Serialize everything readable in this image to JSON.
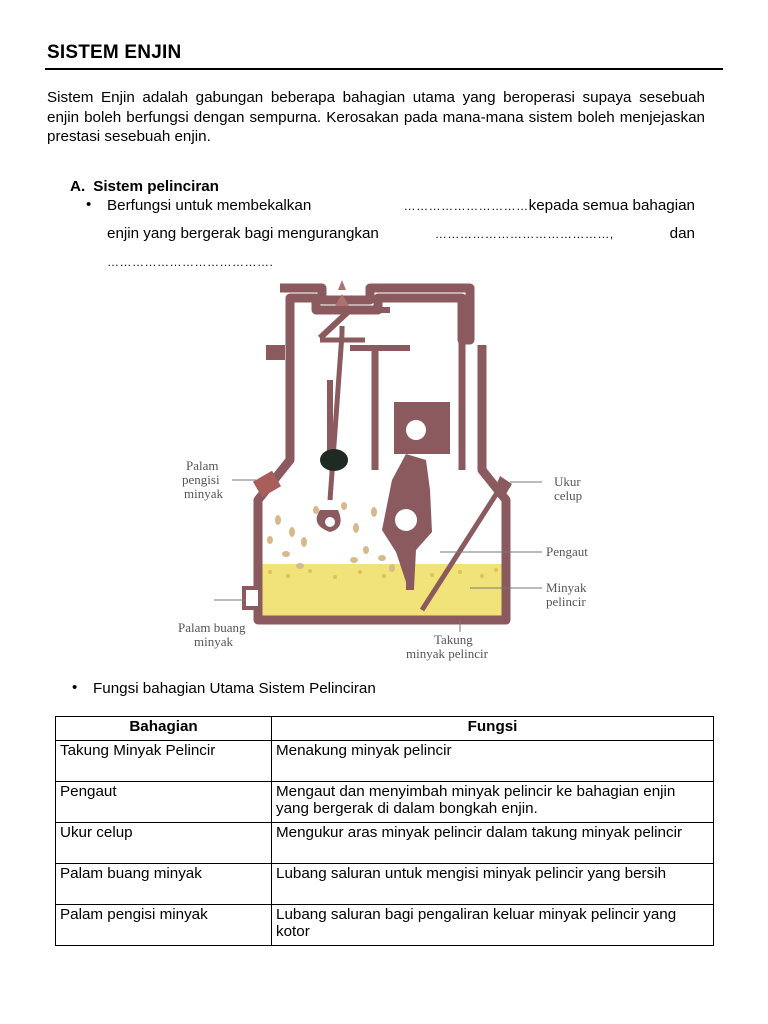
{
  "heading": "SISTEM ENJIN",
  "intro": "Sistem Enjin adalah gabungan beberapa bahagian utama yang beroperasi supaya sesebuah enjin boleh berfungsi dengan sempurna. Kerosakan pada mana-mana sistem boleh menjejaskan prestasi sesebuah enjin.",
  "section": {
    "letter": "A.",
    "title": "Sistem pelinciran"
  },
  "bullet1": {
    "part1": "Berfungsi untuk membekalkan",
    "dots1": "…………………………",
    "part2": "kepada semua bahagian",
    "part3": "enjin yang bergerak bagi mengurangkan",
    "dots2": "……………………………………,",
    "part4": "dan",
    "dots3": "…………………………………."
  },
  "diagram": {
    "labels": {
      "palam_pengisi_1": "Palam",
      "palam_pengisi_2": "pengisi",
      "palam_pengisi_3": "minyak",
      "ukur_1": "Ukur",
      "ukur_2": "celup",
      "pengaut": "Pengaut",
      "minyak_1": "Minyak",
      "minyak_2": "pelincir",
      "palam_buang_1": "Palam buang",
      "palam_buang_2": "minyak",
      "takung_1": "Takung",
      "takung_2": "minyak pelincir"
    },
    "colors": {
      "body": "#8b5a5e",
      "oil": "#f2e27a",
      "droplet": "#d8b98a"
    }
  },
  "bullet2": "Fungsi bahagian Utama Sistem Pelinciran",
  "table": {
    "headers": [
      "Bahagian",
      "Fungsi"
    ],
    "rows": [
      [
        "Takung Minyak Pelincir",
        "Menakung minyak pelincir"
      ],
      [
        "Pengaut",
        "Mengaut dan menyimbah minyak pelincir ke bahagian enjin yang bergerak di dalam bongkah enjin."
      ],
      [
        "Ukur celup",
        "Mengukur aras minyak pelincir dalam takung minyak pelincir"
      ],
      [
        "Palam buang minyak",
        "Lubang saluran untuk mengisi minyak pelincir yang bersih"
      ],
      [
        "Palam pengisi minyak",
        "Lubang saluran bagi pengaliran keluar minyak pelincir yang kotor"
      ]
    ]
  }
}
